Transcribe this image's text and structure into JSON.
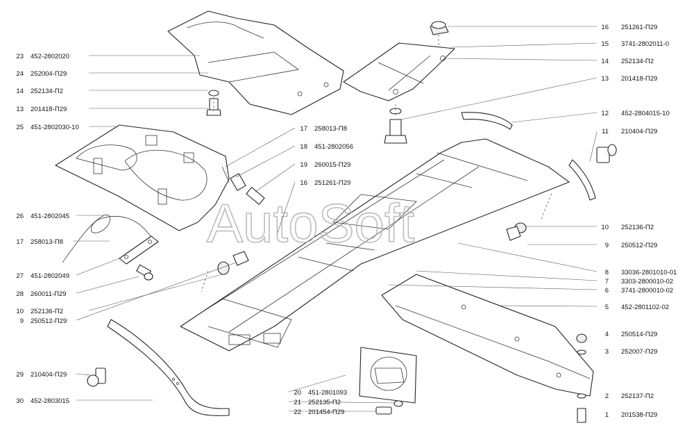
{
  "watermark": "AutoSoft",
  "callouts": [
    {
      "num": "23",
      "code": "452-2802020"
    },
    {
      "num": "24",
      "code": "252004-П29"
    },
    {
      "num": "14",
      "code": "252134-П2"
    },
    {
      "num": "13",
      "code": "201418-П29"
    },
    {
      "num": "25",
      "code": "451-2802030-10"
    },
    {
      "num": "17",
      "code": "258013-П8"
    },
    {
      "num": "18",
      "code": "451-2802056"
    },
    {
      "num": "19",
      "code": "260015-П29"
    },
    {
      "num": "16",
      "code": "251261-П29"
    },
    {
      "num": "26",
      "code": "451-2802045"
    },
    {
      "num": "17",
      "code": "258013-П8"
    },
    {
      "num": "27",
      "code": "451-2802049"
    },
    {
      "num": "28",
      "code": "260011-П29"
    },
    {
      "num": "10",
      "code": "252136-П2"
    },
    {
      "num": "9",
      "code": "250512-П29"
    },
    {
      "num": "29",
      "code": "210404-П29"
    },
    {
      "num": "30",
      "code": "452-2803015"
    },
    {
      "num": "20",
      "code": "451-2801093"
    },
    {
      "num": "21",
      "code": "252135-П2"
    },
    {
      "num": "22",
      "code": "201454-П29"
    },
    {
      "num": "16",
      "code": "251261-П29"
    },
    {
      "num": "15",
      "code": "3741-2802011-0"
    },
    {
      "num": "14",
      "code": "252134-П2"
    },
    {
      "num": "13",
      "code": "201418-П29"
    },
    {
      "num": "12",
      "code": "452-2804015-10"
    },
    {
      "num": "11",
      "code": "210404-П29"
    },
    {
      "num": "10",
      "code": "252136-П2"
    },
    {
      "num": "9",
      "code": "250512-П29"
    },
    {
      "num": "8",
      "code": "33036-2801010-01"
    },
    {
      "num": "7",
      "code": "3303-2800010-02"
    },
    {
      "num": "6",
      "code": "3741-2800010-02"
    },
    {
      "num": "5",
      "code": "452-2801102-02"
    },
    {
      "num": "4",
      "code": "250514-П29"
    },
    {
      "num": "3",
      "code": "252007-П29"
    },
    {
      "num": "2",
      "code": "252137-П2"
    },
    {
      "num": "1",
      "code": "201538-П29"
    }
  ]
}
